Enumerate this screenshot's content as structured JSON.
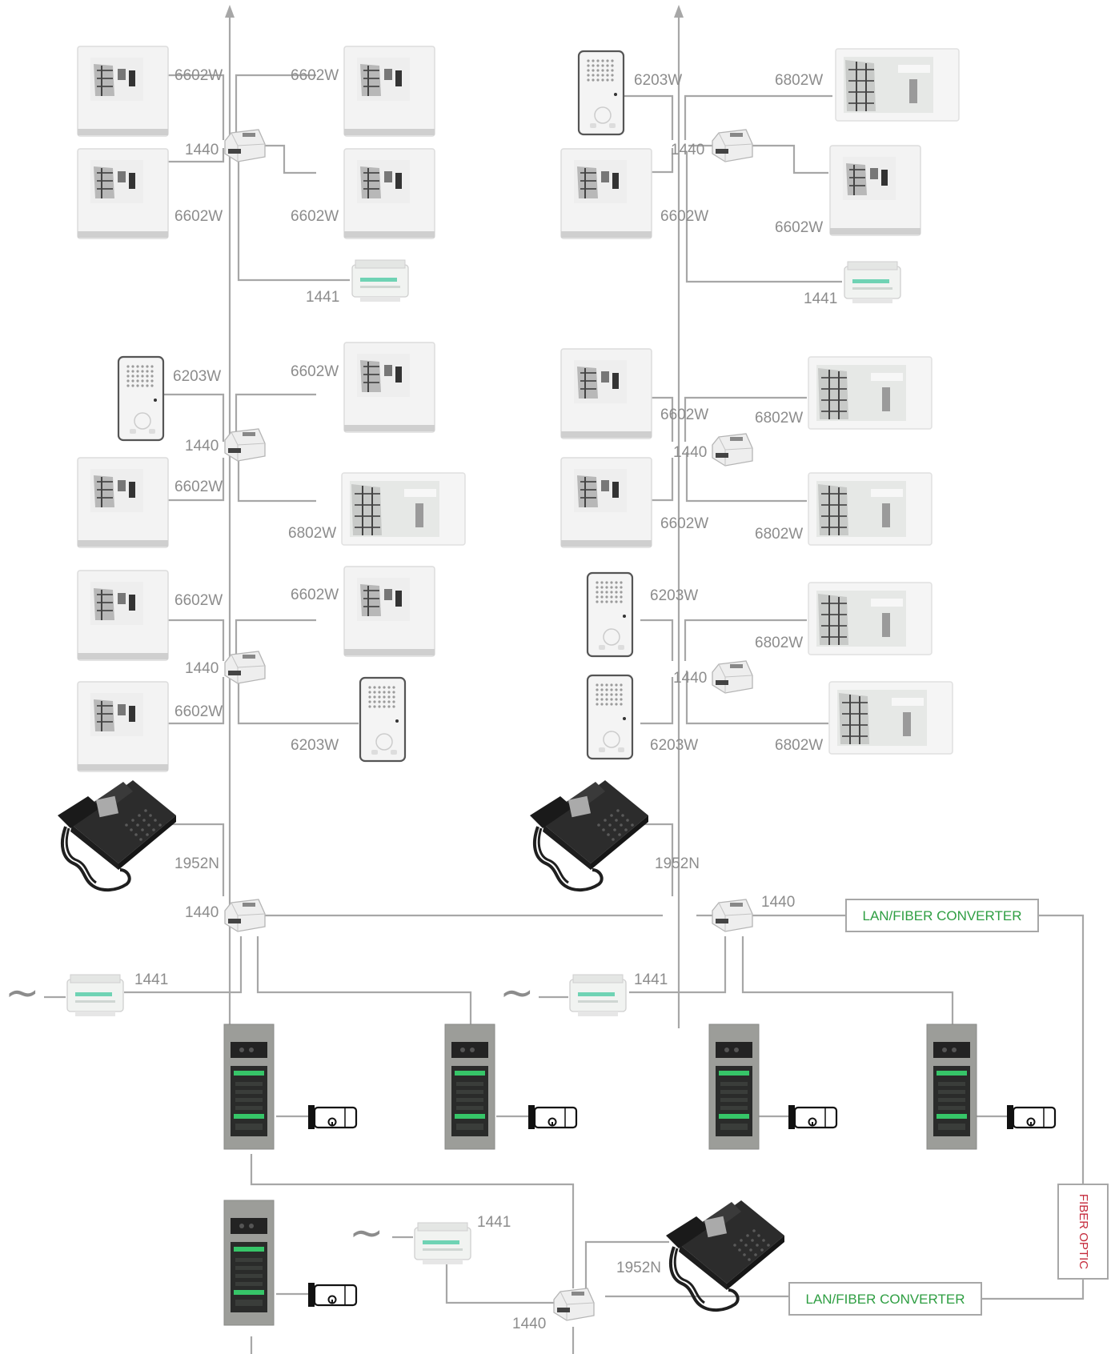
{
  "labels": {
    "monitor_a": "6602W",
    "monitor_b": "6802W",
    "handset": "6203W",
    "distributor": "1440",
    "power_supply": "1441",
    "telephone": "1952N"
  },
  "converter_label": "LAN/FIBER CONVERTER",
  "fiber_label": "FIBER OPTIC",
  "mains_symbol": "~",
  "colors": {
    "wire": "#a7a7a7",
    "converter_text": "#2e9e42",
    "fiber_text": "#c4293a",
    "label_text": "#8c8c8c"
  },
  "icons": {
    "monitor": "video-monitor-icon",
    "handset": "audio-handset-icon",
    "distributor": "distributor-icon",
    "power_supply": "power-supply-icon",
    "telephone": "desk-phone-icon",
    "panel": "door-panel-icon",
    "lock": "electric-lock-icon",
    "arrow": "riser-arrow-icon"
  }
}
